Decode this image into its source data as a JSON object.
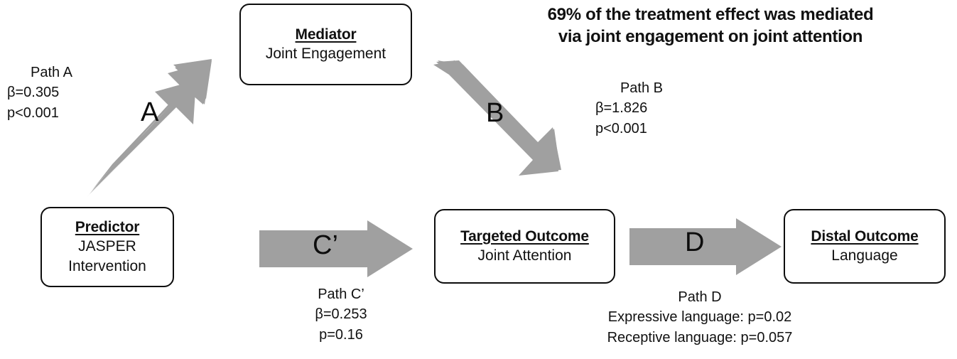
{
  "figure": {
    "headline": {
      "line1": "69% of the treatment effect was mediated",
      "line2": "via joint engagement on joint attention"
    },
    "accent_gray": "#a0a0a0",
    "outline_color": "#0d0d0d"
  },
  "nodes": {
    "mediator": {
      "title": "Mediator",
      "line1": "Joint Engagement"
    },
    "predictor": {
      "title": "Predictor",
      "line1": "JASPER",
      "line2": "Intervention"
    },
    "targeted_outcome": {
      "title": "Targeted Outcome",
      "line1": "Joint Attention"
    },
    "distal_outcome": {
      "title": "Distal Outcome",
      "line1": "Language"
    }
  },
  "paths": {
    "a": {
      "letter": "A",
      "name": "Path A",
      "beta": "β=0.305",
      "p": "p<0.001"
    },
    "b": {
      "letter": "B",
      "name": "Path B",
      "beta": "β=1.826",
      "p": "p<0.001"
    },
    "c_prime": {
      "letter": "C’",
      "name": "Path C’",
      "beta": "β=0.253",
      "p": "p=0.16"
    },
    "d": {
      "letter": "D",
      "name": "Path D",
      "expressive": "Expressive  language: p=0.02",
      "receptive": "Receptive  language: p=0.057"
    }
  }
}
